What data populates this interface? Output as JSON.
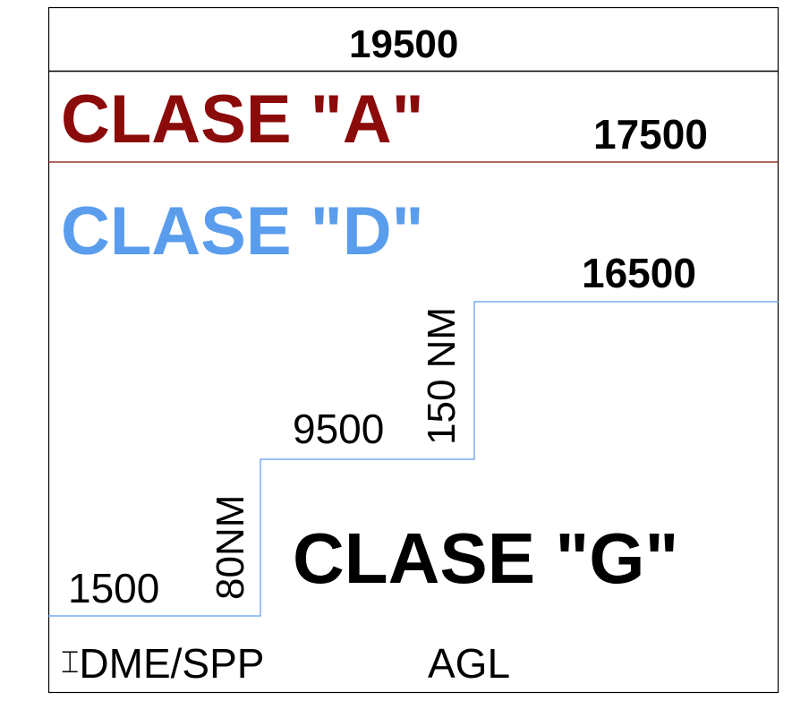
{
  "diagram": {
    "top_altitude": "19500",
    "class_a": {
      "label": "CLASE \"A\"",
      "lower_limit": "17500",
      "color": "#8b0a0a"
    },
    "class_d": {
      "label": "CLASE \"D\"",
      "color": "#5a9ded"
    },
    "class_g": {
      "label": "CLASE \"G\"",
      "color": "#000000"
    },
    "step_altitudes": {
      "outer": "16500",
      "middle": "9500",
      "inner": "1500"
    },
    "step_distances": {
      "outer": "150 NM",
      "inner": "80NM"
    },
    "reference": {
      "navaid_symbol": "⌶",
      "navaid": "DME/SPP",
      "altitude_reference": "AGL"
    },
    "colors": {
      "frame": "#000000",
      "class_a_line": "#8b0a0a",
      "class_d_line": "#5a9ded"
    }
  }
}
